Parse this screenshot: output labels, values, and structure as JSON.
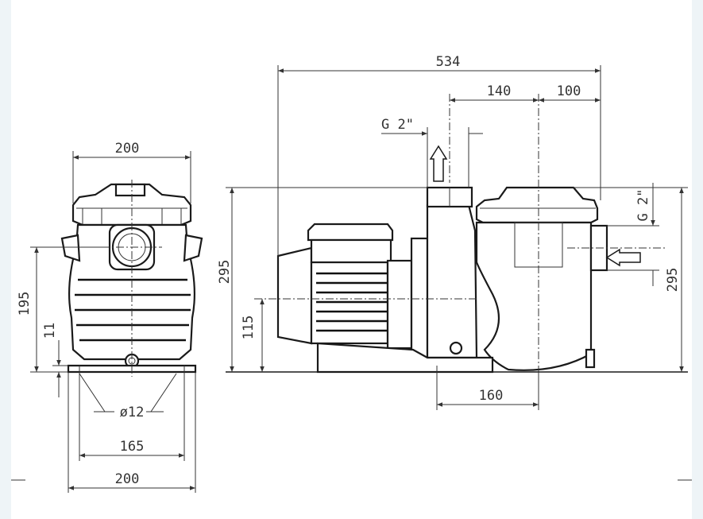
{
  "drawing": {
    "colors": {
      "line": "#1a1a1a",
      "dimension": "#333333",
      "background": "#ffffff",
      "frame": "#eef4f7"
    },
    "dimensions": {
      "front_width_top": "200",
      "front_height": "195",
      "front_foot": "11",
      "front_hole": "ø12",
      "front_hole_spacing": "165",
      "front_width_bottom": "200",
      "overall_length": "534",
      "outlet_offset": "140",
      "inlet_offset": "100",
      "outlet_thread": "G 2\"",
      "inlet_thread": "G 2\"",
      "side_height_left": "295",
      "side_height_right": "295",
      "shaft_height": "115",
      "base_offset": "160"
    }
  }
}
